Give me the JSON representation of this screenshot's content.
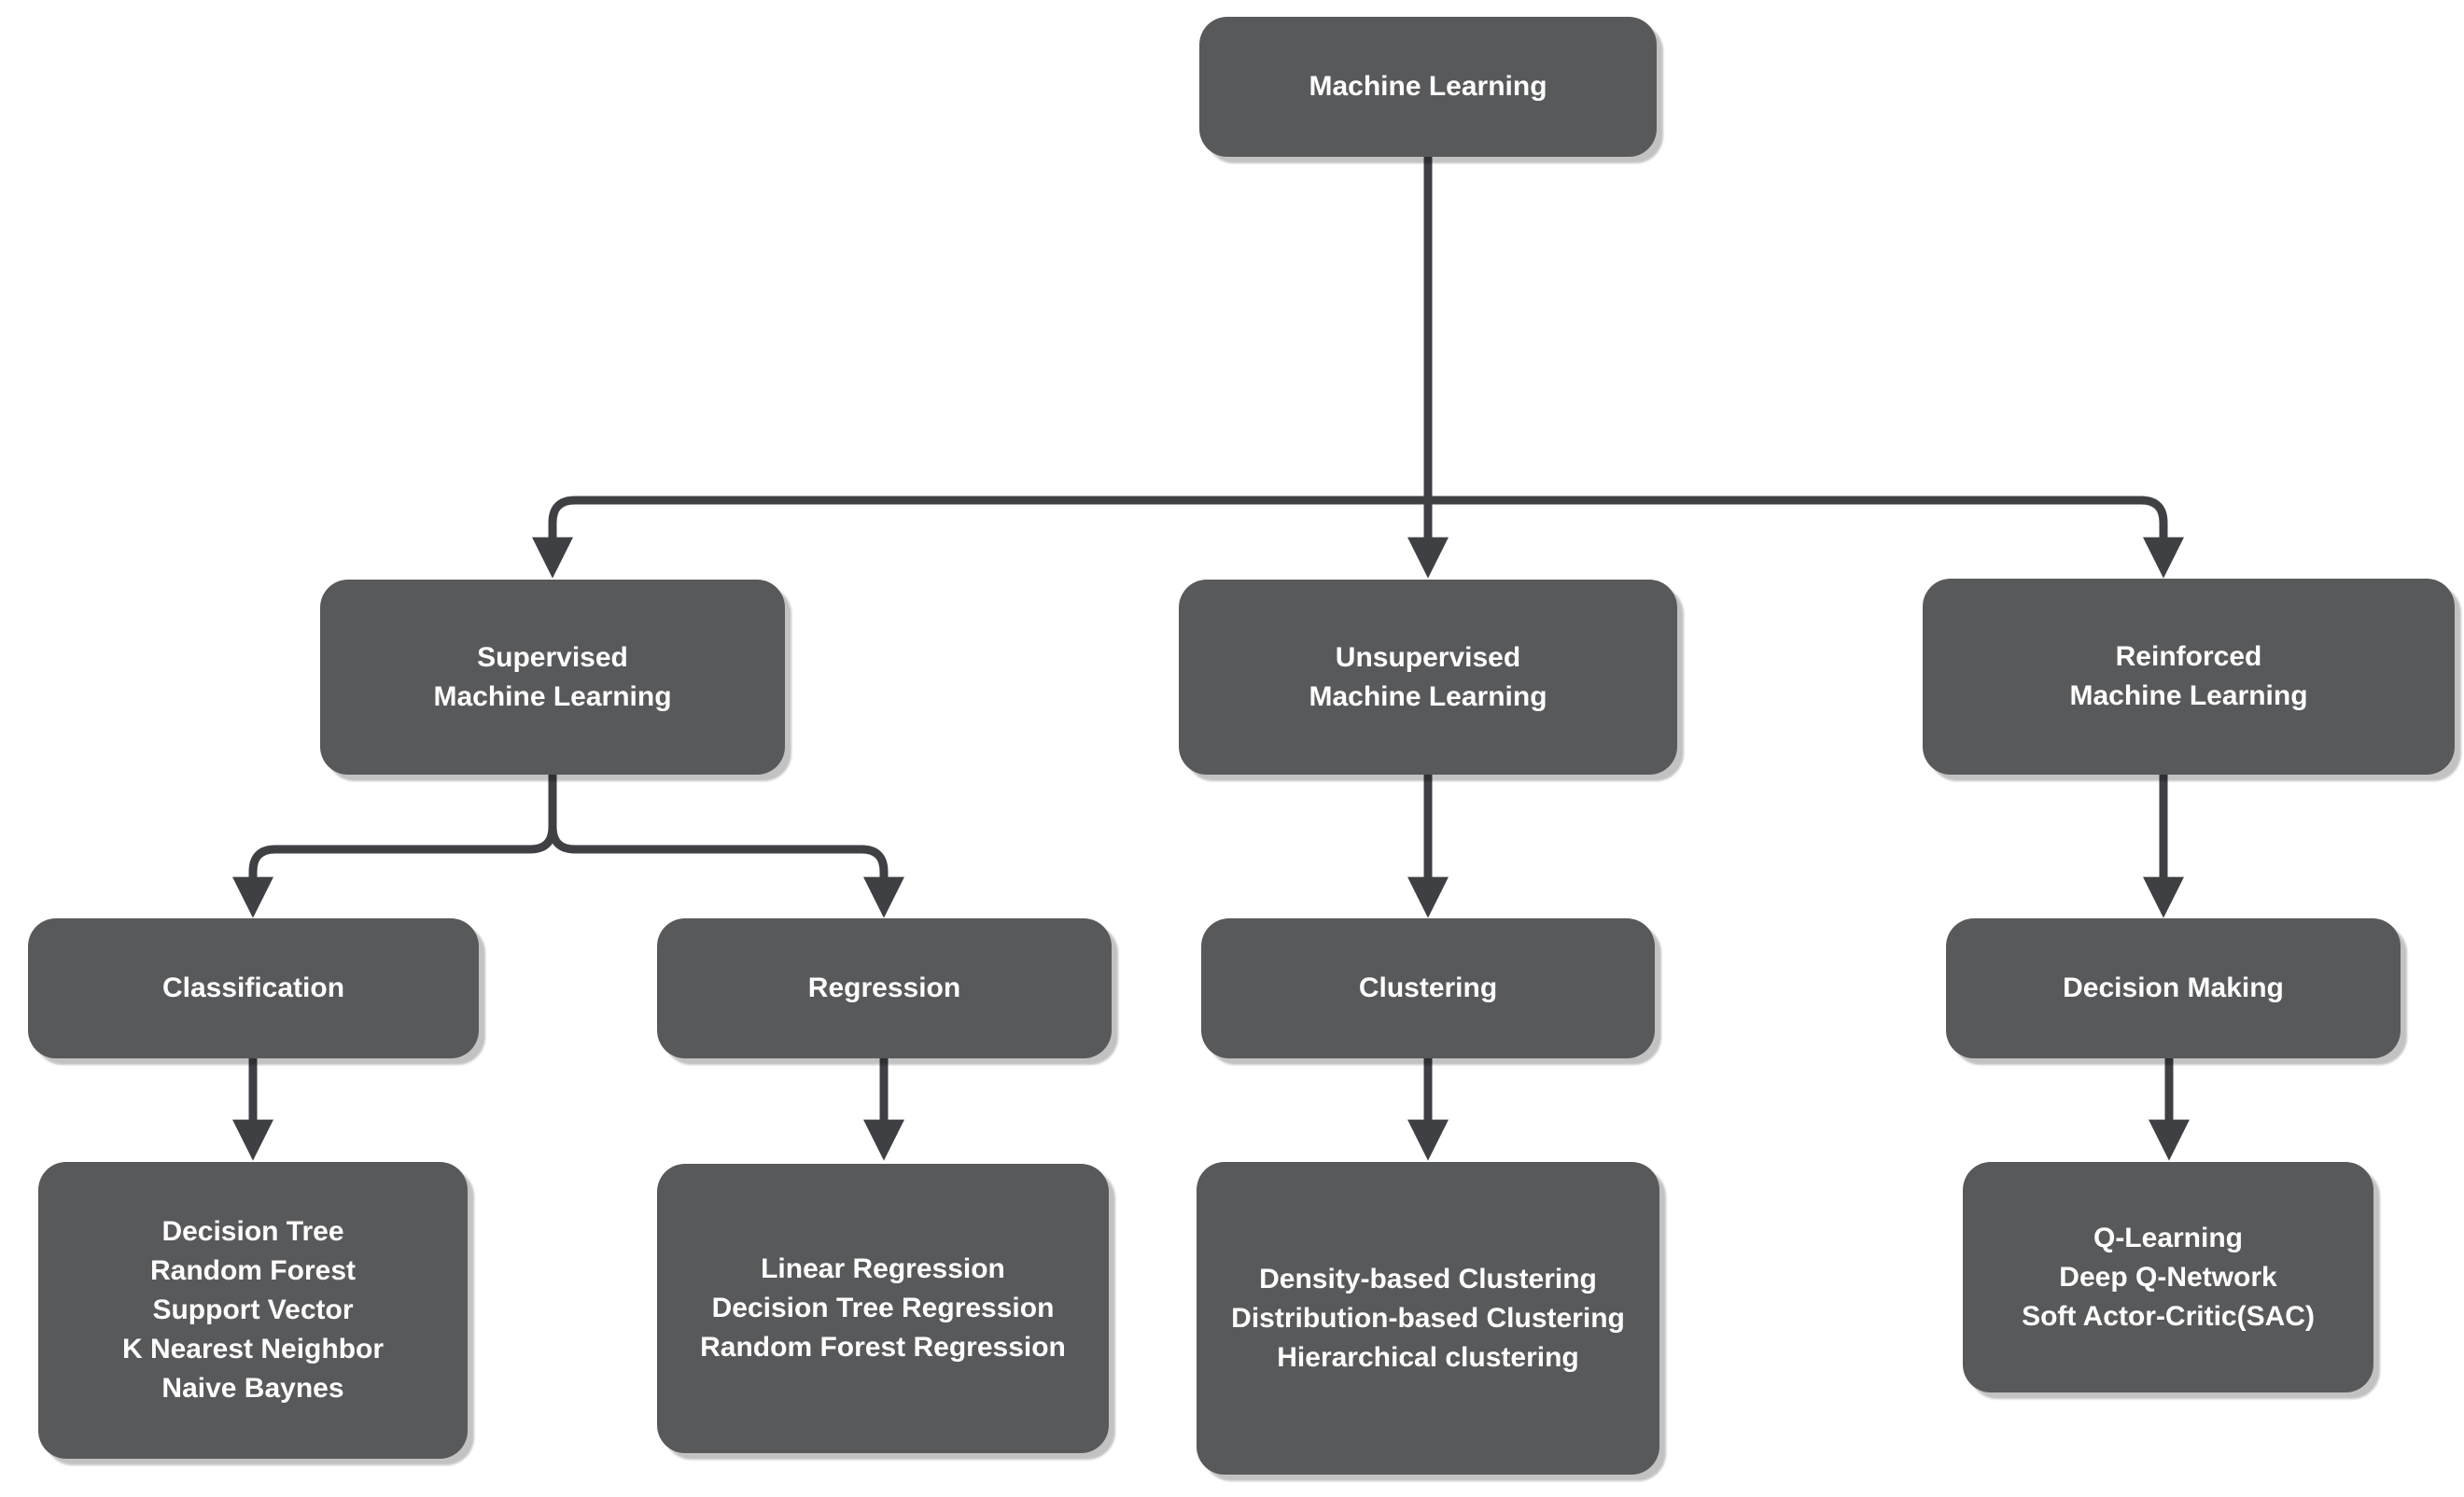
{
  "diagram": {
    "colors": {
      "background": "#FFFFFF",
      "node_fill": "#58595B",
      "node_text": "#FFFFFF",
      "connector": "#3E4043"
    },
    "nodes": {
      "root": {
        "label": "Machine Learning"
      },
      "supervised": {
        "lines": [
          "Supervised",
          "Machine Learning"
        ]
      },
      "unsupervised": {
        "lines": [
          "Unsupervised",
          "Machine Learning"
        ]
      },
      "reinforced": {
        "lines": [
          "Reinforced",
          "Machine Learning"
        ]
      },
      "classification": {
        "label": "Classification"
      },
      "regression": {
        "label": "Regression"
      },
      "clustering": {
        "label": "Clustering"
      },
      "decision_making": {
        "label": "Decision Making"
      },
      "classification_methods": {
        "lines": [
          "Decision Tree",
          "Random Forest",
          "Support Vector",
          "K Nearest Neighbor",
          "Naive Baynes"
        ]
      },
      "regression_methods": {
        "lines": [
          "Linear Regression",
          "Decision Tree Regression",
          "Random Forest Regression"
        ]
      },
      "clustering_methods": {
        "lines": [
          "Density-based Clustering",
          "Distribution-based Clustering",
          "Hierarchical clustering"
        ]
      },
      "decision_making_methods": {
        "lines": [
          "Q-Learning",
          "Deep Q-Network",
          "Soft Actor-Critic(SAC)"
        ]
      }
    }
  }
}
